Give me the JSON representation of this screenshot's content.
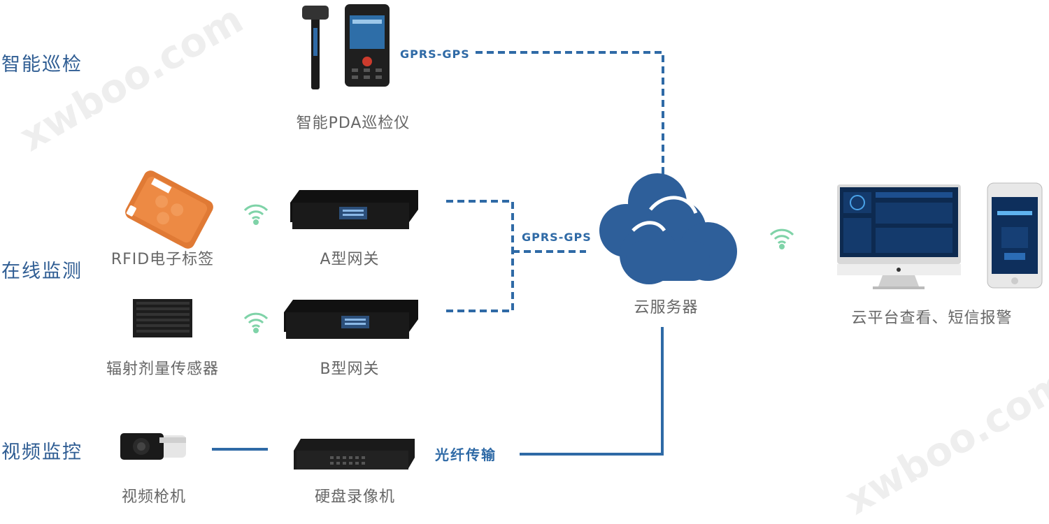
{
  "categories": {
    "patrol": "智能巡检",
    "online": "在线监测",
    "video": "视频监控"
  },
  "devices": {
    "pda": "智能PDA巡检仪",
    "rfid": "RFID电子标签",
    "gateway_a": "A型网关",
    "sensor": "辐射剂量传感器",
    "gateway_b": "B型网关",
    "camera": "视频枪机",
    "nvr": "硬盘录像机",
    "cloud": "云服务器",
    "platform": "云平台查看、短信报警"
  },
  "links": {
    "gprs_top": "GPRS-GPS",
    "gprs_mid": "GPRS-GPS",
    "fiber": "光纤传输"
  },
  "watermark": "xwboo.com",
  "colors": {
    "link_blue": "#2f6aa6",
    "cloud_blue": "#2e5f9a",
    "wifi_green": "#7fd3a8",
    "category_blue": "#2f5d93"
  }
}
